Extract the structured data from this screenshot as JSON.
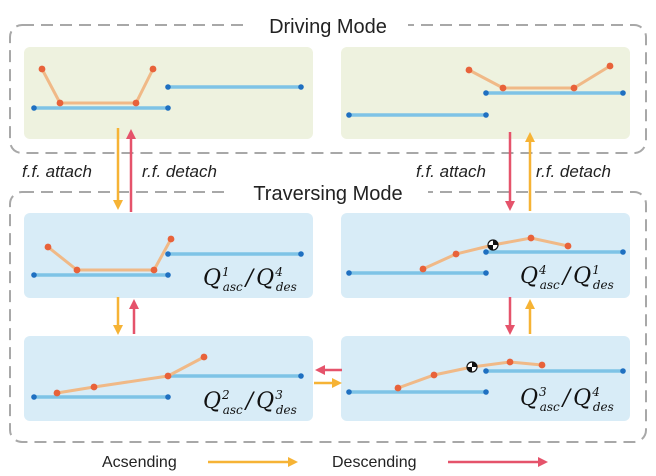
{
  "colors": {
    "driving_panel": "#EEF2DF",
    "traversing_panel": "#D8ECF7",
    "track": "#7EC3E6",
    "track_node": "#1F70C1",
    "leg": "#F0B987",
    "leg_node": "#E8623A",
    "ascending": "#F6B335",
    "descending": "#E5536B",
    "frame": "#A8A8A8"
  },
  "groups": {
    "driving": {
      "title": "Driving Mode"
    },
    "traversing": {
      "title": "Traversing Mode"
    }
  },
  "transitions": {
    "left_attach": "f.f. attach",
    "left_detach": "r.f. detach",
    "right_attach": "f.f. attach",
    "right_detach": "r.f. detach"
  },
  "states": {
    "q1": {
      "a": "1",
      "b": "4",
      "sub_a": "asc",
      "sub_b": "des"
    },
    "q2": {
      "a": "2",
      "b": "3",
      "sub_a": "asc",
      "sub_b": "des"
    },
    "q4": {
      "a": "4",
      "b": "1",
      "sub_a": "asc",
      "sub_b": "des"
    },
    "q3": {
      "a": "3",
      "b": "4",
      "sub_a": "asc",
      "sub_b": "des"
    }
  },
  "legend": {
    "ascending": "Acsending",
    "descending": "Descending"
  }
}
